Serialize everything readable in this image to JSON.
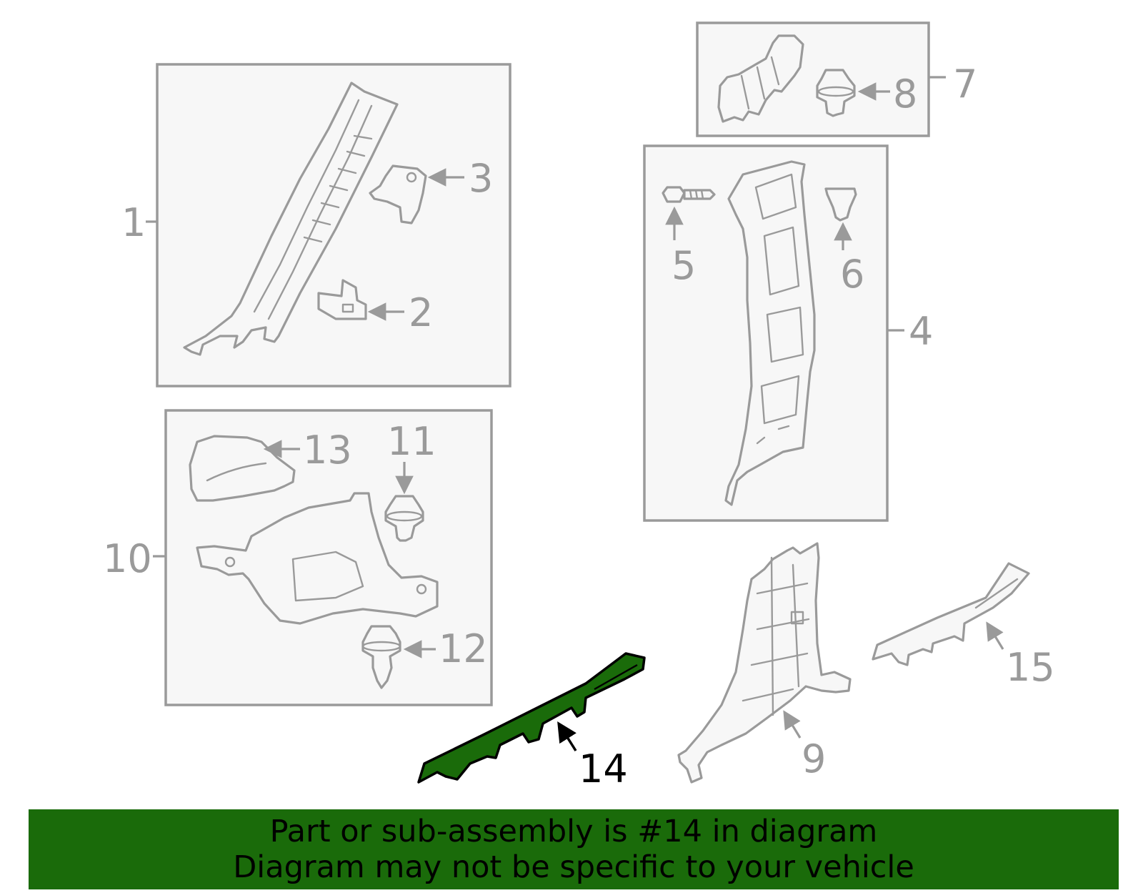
{
  "callouts": {
    "c1": "1",
    "c2": "2",
    "c3": "3",
    "c4": "4",
    "c5": "5",
    "c6": "6",
    "c7": "7",
    "c8": "8",
    "c9": "9",
    "c10": "10",
    "c11": "11",
    "c12": "12",
    "c13": "13",
    "c14": "14",
    "c15": "15"
  },
  "highlighted_part": "14",
  "colors": {
    "highlight": "#1a6b0a",
    "line": "#9a9a9a",
    "panel": "#f7f7f7"
  },
  "banner": {
    "line1": "Part or sub-assembly is #14 in diagram",
    "line2": "Diagram may not be specific to your vehicle"
  }
}
